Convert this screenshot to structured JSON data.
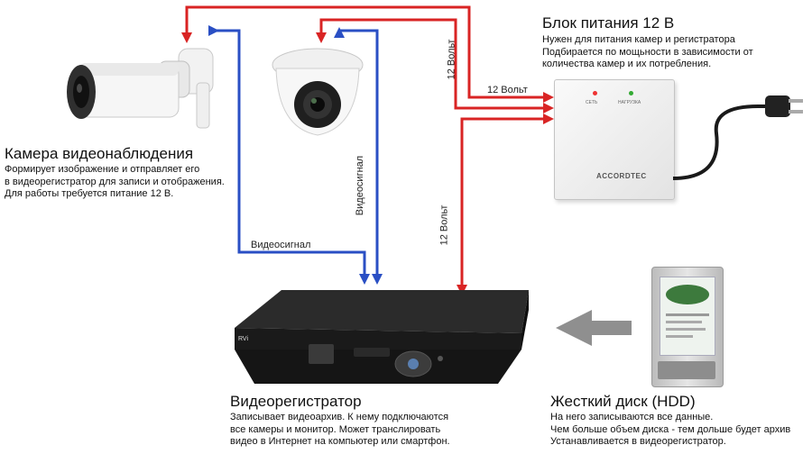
{
  "camera": {
    "title": "Камера видеонаблюдения",
    "lines": [
      "Формирует изображение и отправляет его",
      "в видеорегистратор для записи и отображения.",
      "Для работы требуется питание 12 В."
    ]
  },
  "power_supply": {
    "title": "Блок питания 12 В",
    "lines": [
      "Нужен для питания камер и регистратора",
      "Подбирается по мощьности в зависимости от",
      "количества камер и их потребления."
    ],
    "brand": "ACCORDTEC",
    "led_1": "СЕТЬ",
    "led_2": "НАГРУЗКА"
  },
  "dvr": {
    "title": "Видеорегистратор",
    "lines": [
      "Записывает видеоархив. К нему подключаются",
      "все камеры и монитор. Может транслировать",
      "видео в Интернет на компьютер или смартфон."
    ]
  },
  "hdd": {
    "title": "Жесткий диск (HDD)",
    "lines": [
      "На него записываются все данные.",
      "Чем больше объем диска - тем дольше будет архив",
      "Устанавливается в видеорегистратор."
    ]
  },
  "wire_labels": {
    "power_top": "12 Вольт",
    "power_vertical_upper": "12 Вольт",
    "power_vertical_lower": "12 Вольт",
    "video_horizontal": "Видеосигнал",
    "video_vertical": "Видеосигнал"
  },
  "colors": {
    "power_wire": "#d92424",
    "video_wire": "#2a4fc4",
    "arrow": "#8f8f8f"
  }
}
